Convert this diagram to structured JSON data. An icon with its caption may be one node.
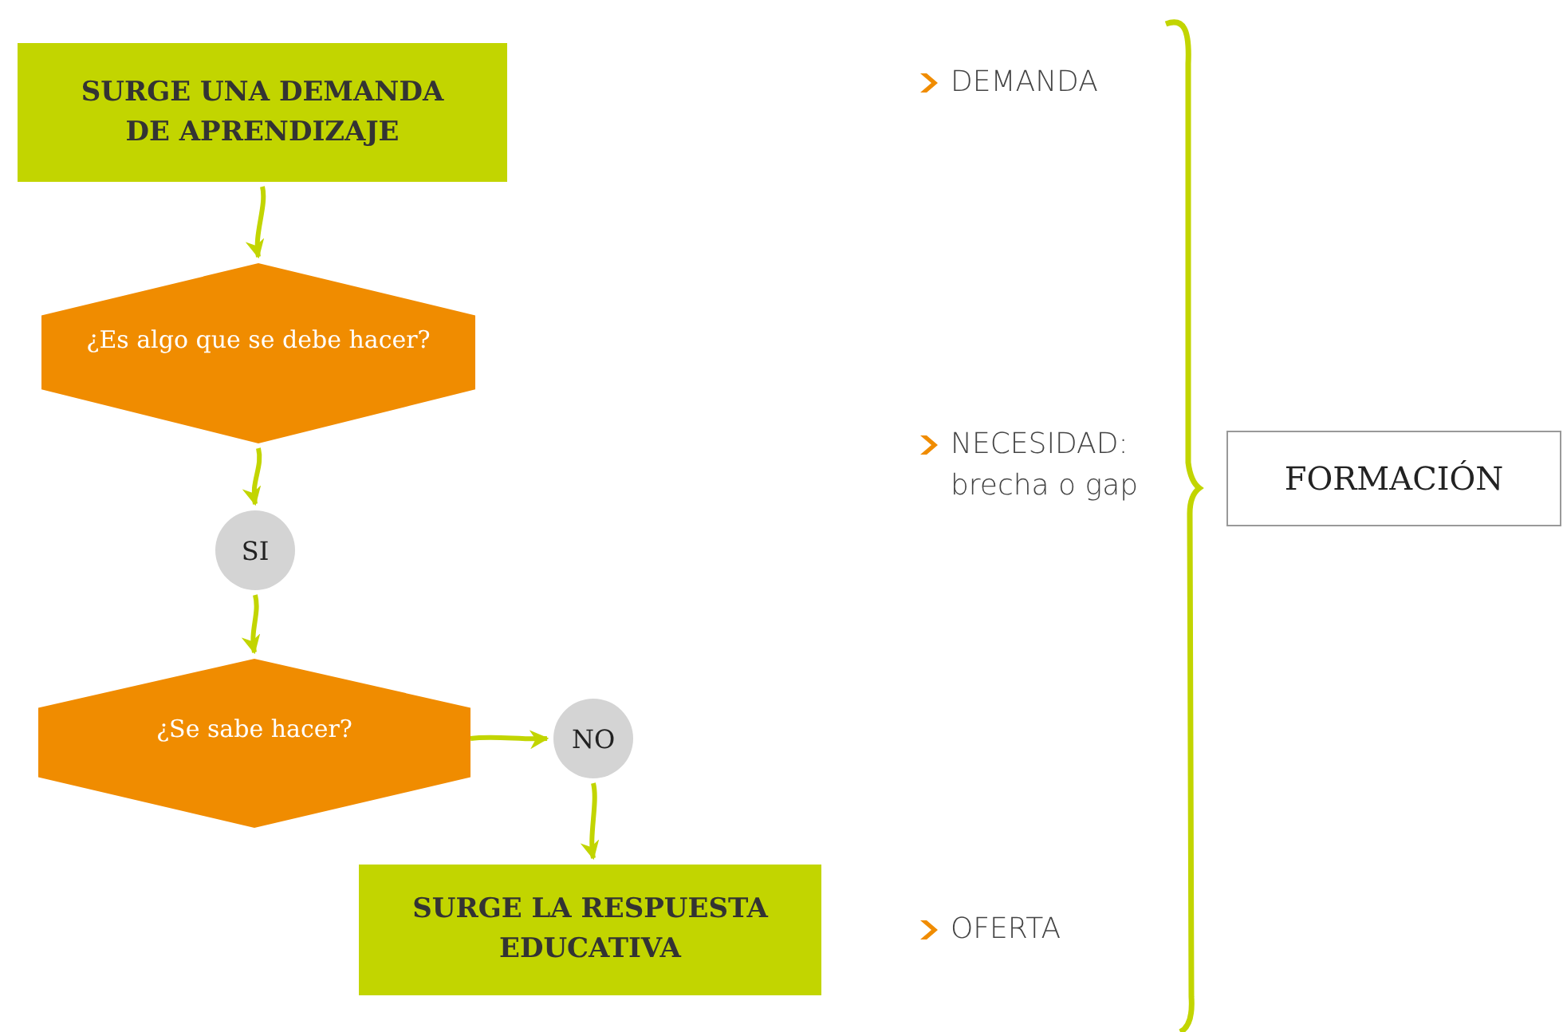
{
  "diagram": {
    "nodes": [
      {
        "text": [
          "SURGE UNA DEMANDA DE APRENDIZAJE"
        ]
      },
      {
        "text": [
          "¿Es algo que se debe hacer?"
        ]
      },
      {
        "text": [
          "SI"
        ]
      },
      {
        "text": [
          "¿Se sabe hacer?"
        ]
      },
      {
        "text": [
          "NO"
        ]
      },
      {
        "text": [
          "SURGE LA RESPUESTA EDUCATIVA"
        ]
      },
      {
        "text": [
          "FORMACIÓN"
        ]
      }
    ],
    "edges": [
      {
        "from": 0,
        "to": 1,
        "arrow": "to"
      },
      {
        "from": 1,
        "to": 2,
        "arrow": "to"
      },
      {
        "from": 2,
        "to": 3,
        "arrow": "to"
      },
      {
        "from": 3,
        "to": 4,
        "arrow": "to"
      },
      {
        "from": 4,
        "to": 5,
        "arrow": "to"
      }
    ],
    "labels": [
      "DEMANDA",
      "NECESIDAD: brecha o gap",
      "OFERTA"
    ]
  }
}
